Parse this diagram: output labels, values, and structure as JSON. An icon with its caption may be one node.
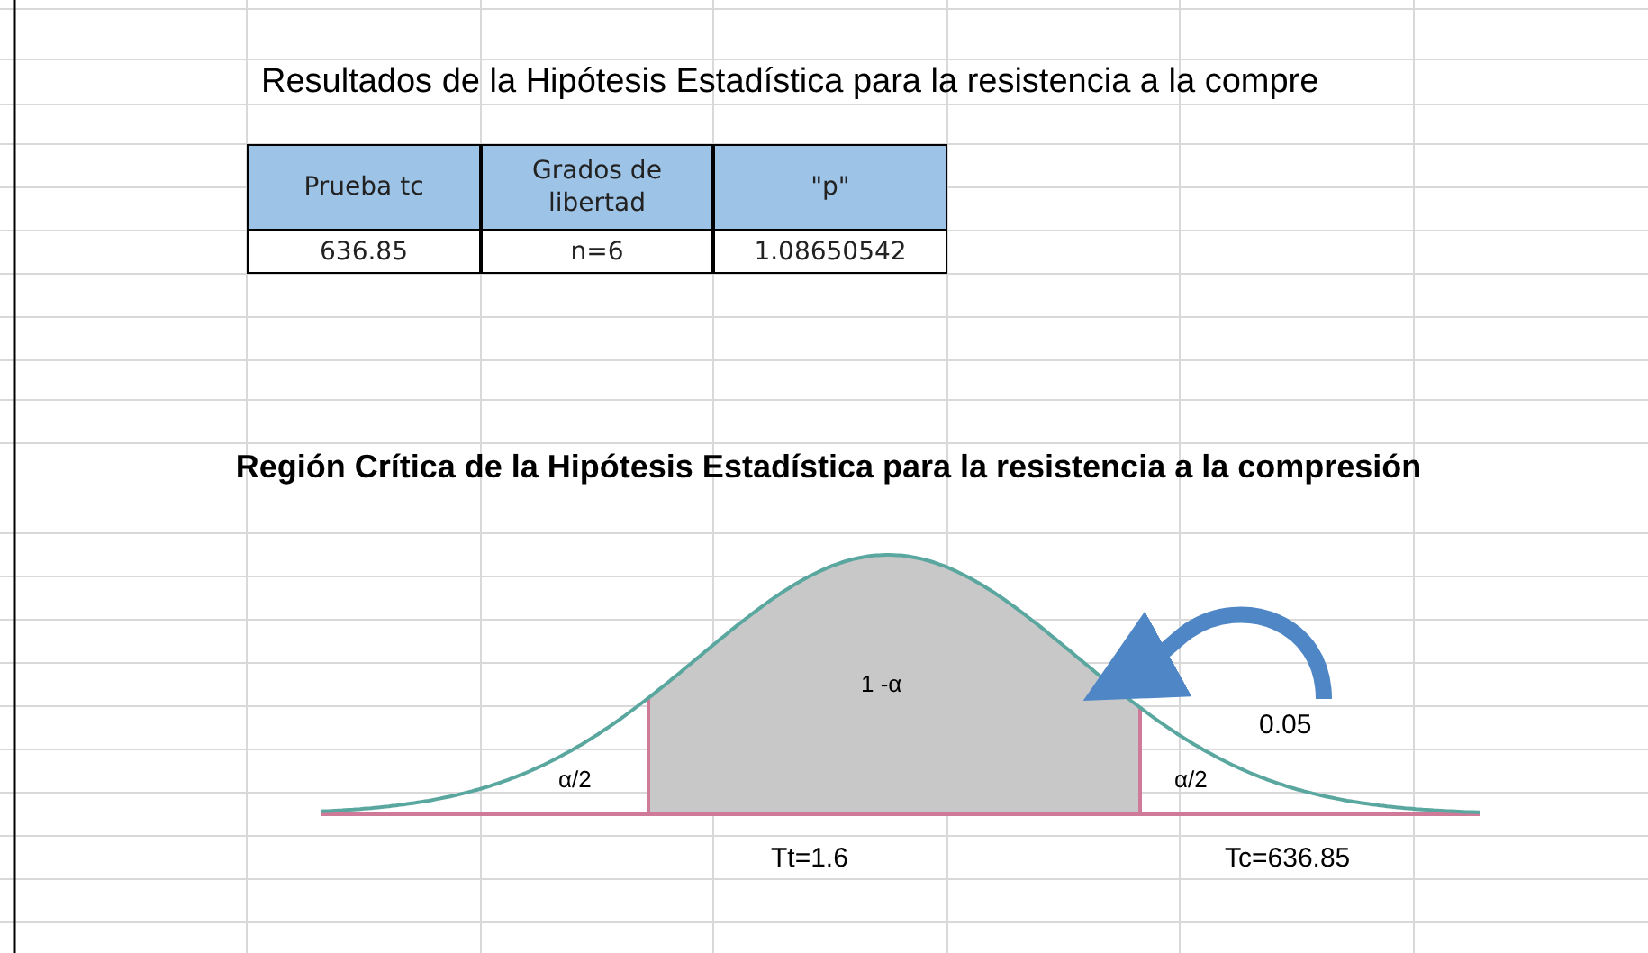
{
  "diagram": {
    "labels": [
      "Resultados de la Hipótesis Estadística para la resistencia a la compre",
      "Prueba tc",
      "Grados de libertad",
      "\"p\"",
      "636.85",
      "n=6",
      "1.08650542",
      "Región Crítica de la Hipótesis Estadística para la resistencia a la compresión",
      "1 -α",
      "0.05",
      "α/2",
      "α/2",
      "Tt=1.6",
      "Tc=636.85"
    ]
  }
}
